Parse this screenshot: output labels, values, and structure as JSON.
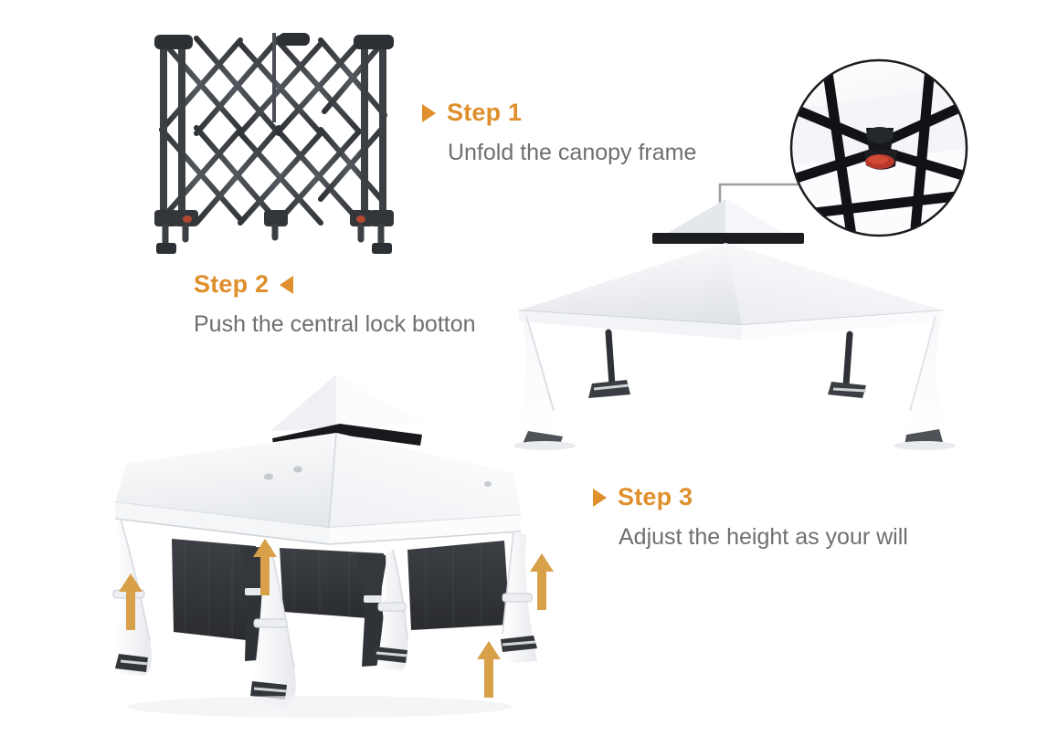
{
  "page": {
    "background_color": "#ffffff",
    "accent_color": "#df8f2c",
    "body_text_color": "#6f6f6f",
    "frame_color": "#3f4246",
    "lock_button_color": "#c0392b"
  },
  "steps": [
    {
      "id": "step-1",
      "heading": "Step 1",
      "description": "Unfold the canopy frame",
      "marker_icon": "triangle-right-icon",
      "marker_direction": "right",
      "align": "left"
    },
    {
      "id": "step-2",
      "heading": "Step 2",
      "description": "Push the central lock botton",
      "marker_icon": "triangle-left-icon",
      "marker_direction": "left",
      "align": "right"
    },
    {
      "id": "step-3",
      "heading": "Step 3",
      "description": "Adjust the height as your will",
      "marker_icon": "triangle-right-icon",
      "marker_direction": "right",
      "align": "left"
    }
  ],
  "illustrations": {
    "folded_frame": {
      "name": "folded-canopy-frame-illustration",
      "caption_step": "Step 1",
      "description": "Collapsed scissor-lattice canopy frame with vertical legs"
    },
    "half_open_canopy": {
      "name": "half-open-canopy-illustration",
      "caption_step": "Step 2",
      "description": "White two-tier canopy roof with dark vent band, legs retracted"
    },
    "full_gazebo": {
      "name": "full-gazebo-illustration",
      "caption_step": "Step 3",
      "description": "Fully erected gazebo with dark mesh netting side panels and white corner curtains"
    },
    "detail_circle": {
      "name": "central-lock-detail-inset",
      "description": "Magnified circular inset of the central lock hub showing the red release button",
      "callout_icon": "leader-line-icon"
    }
  },
  "height_arrows": {
    "name": "height-adjust-arrow",
    "icon": "arrow-up-icon",
    "color": "#d9a04a",
    "count": 4,
    "meaning": "Raise the legs to adjust height"
  }
}
